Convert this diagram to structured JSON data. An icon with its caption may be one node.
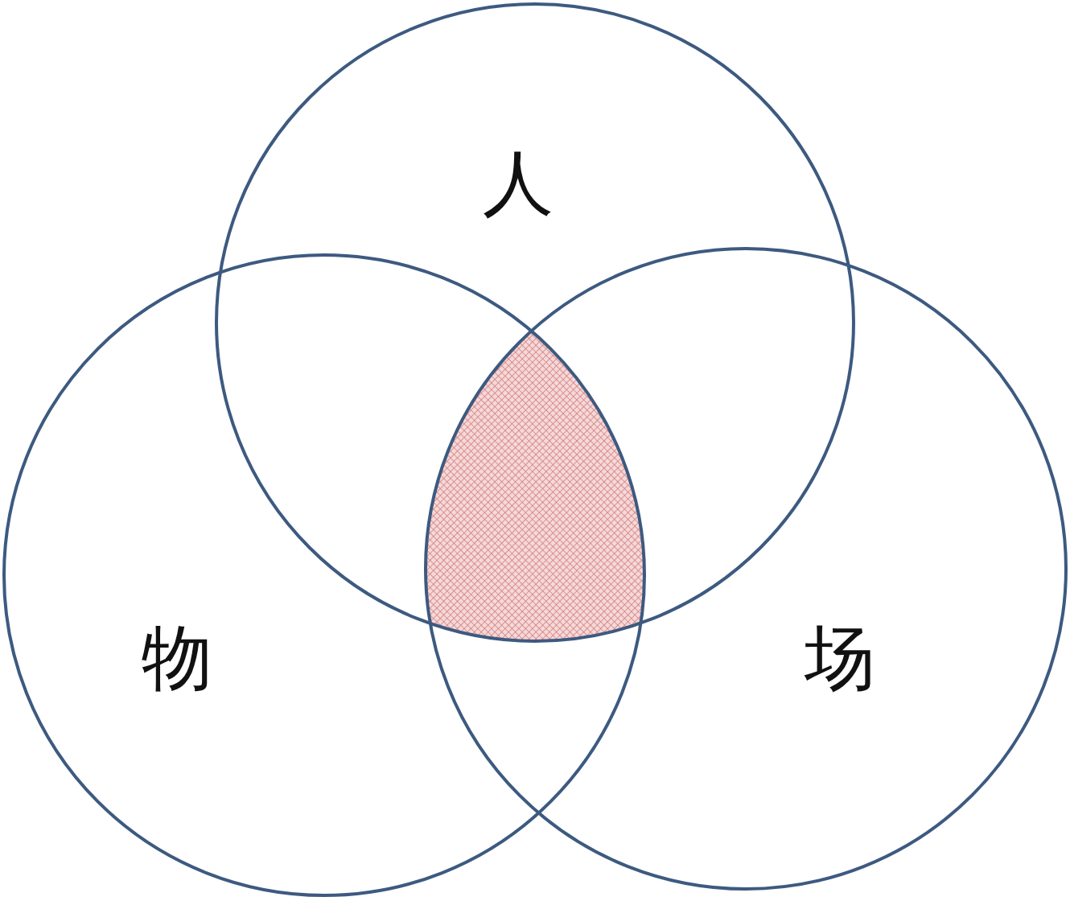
{
  "diagram": {
    "nodes": [
      {
        "text": [
          "人"
        ]
      },
      {
        "text": [
          "物"
        ]
      },
      {
        "text": [
          "场"
        ]
      },
      {
        "text": [],
        "shape": "region"
      }
    ],
    "edges": []
  }
}
